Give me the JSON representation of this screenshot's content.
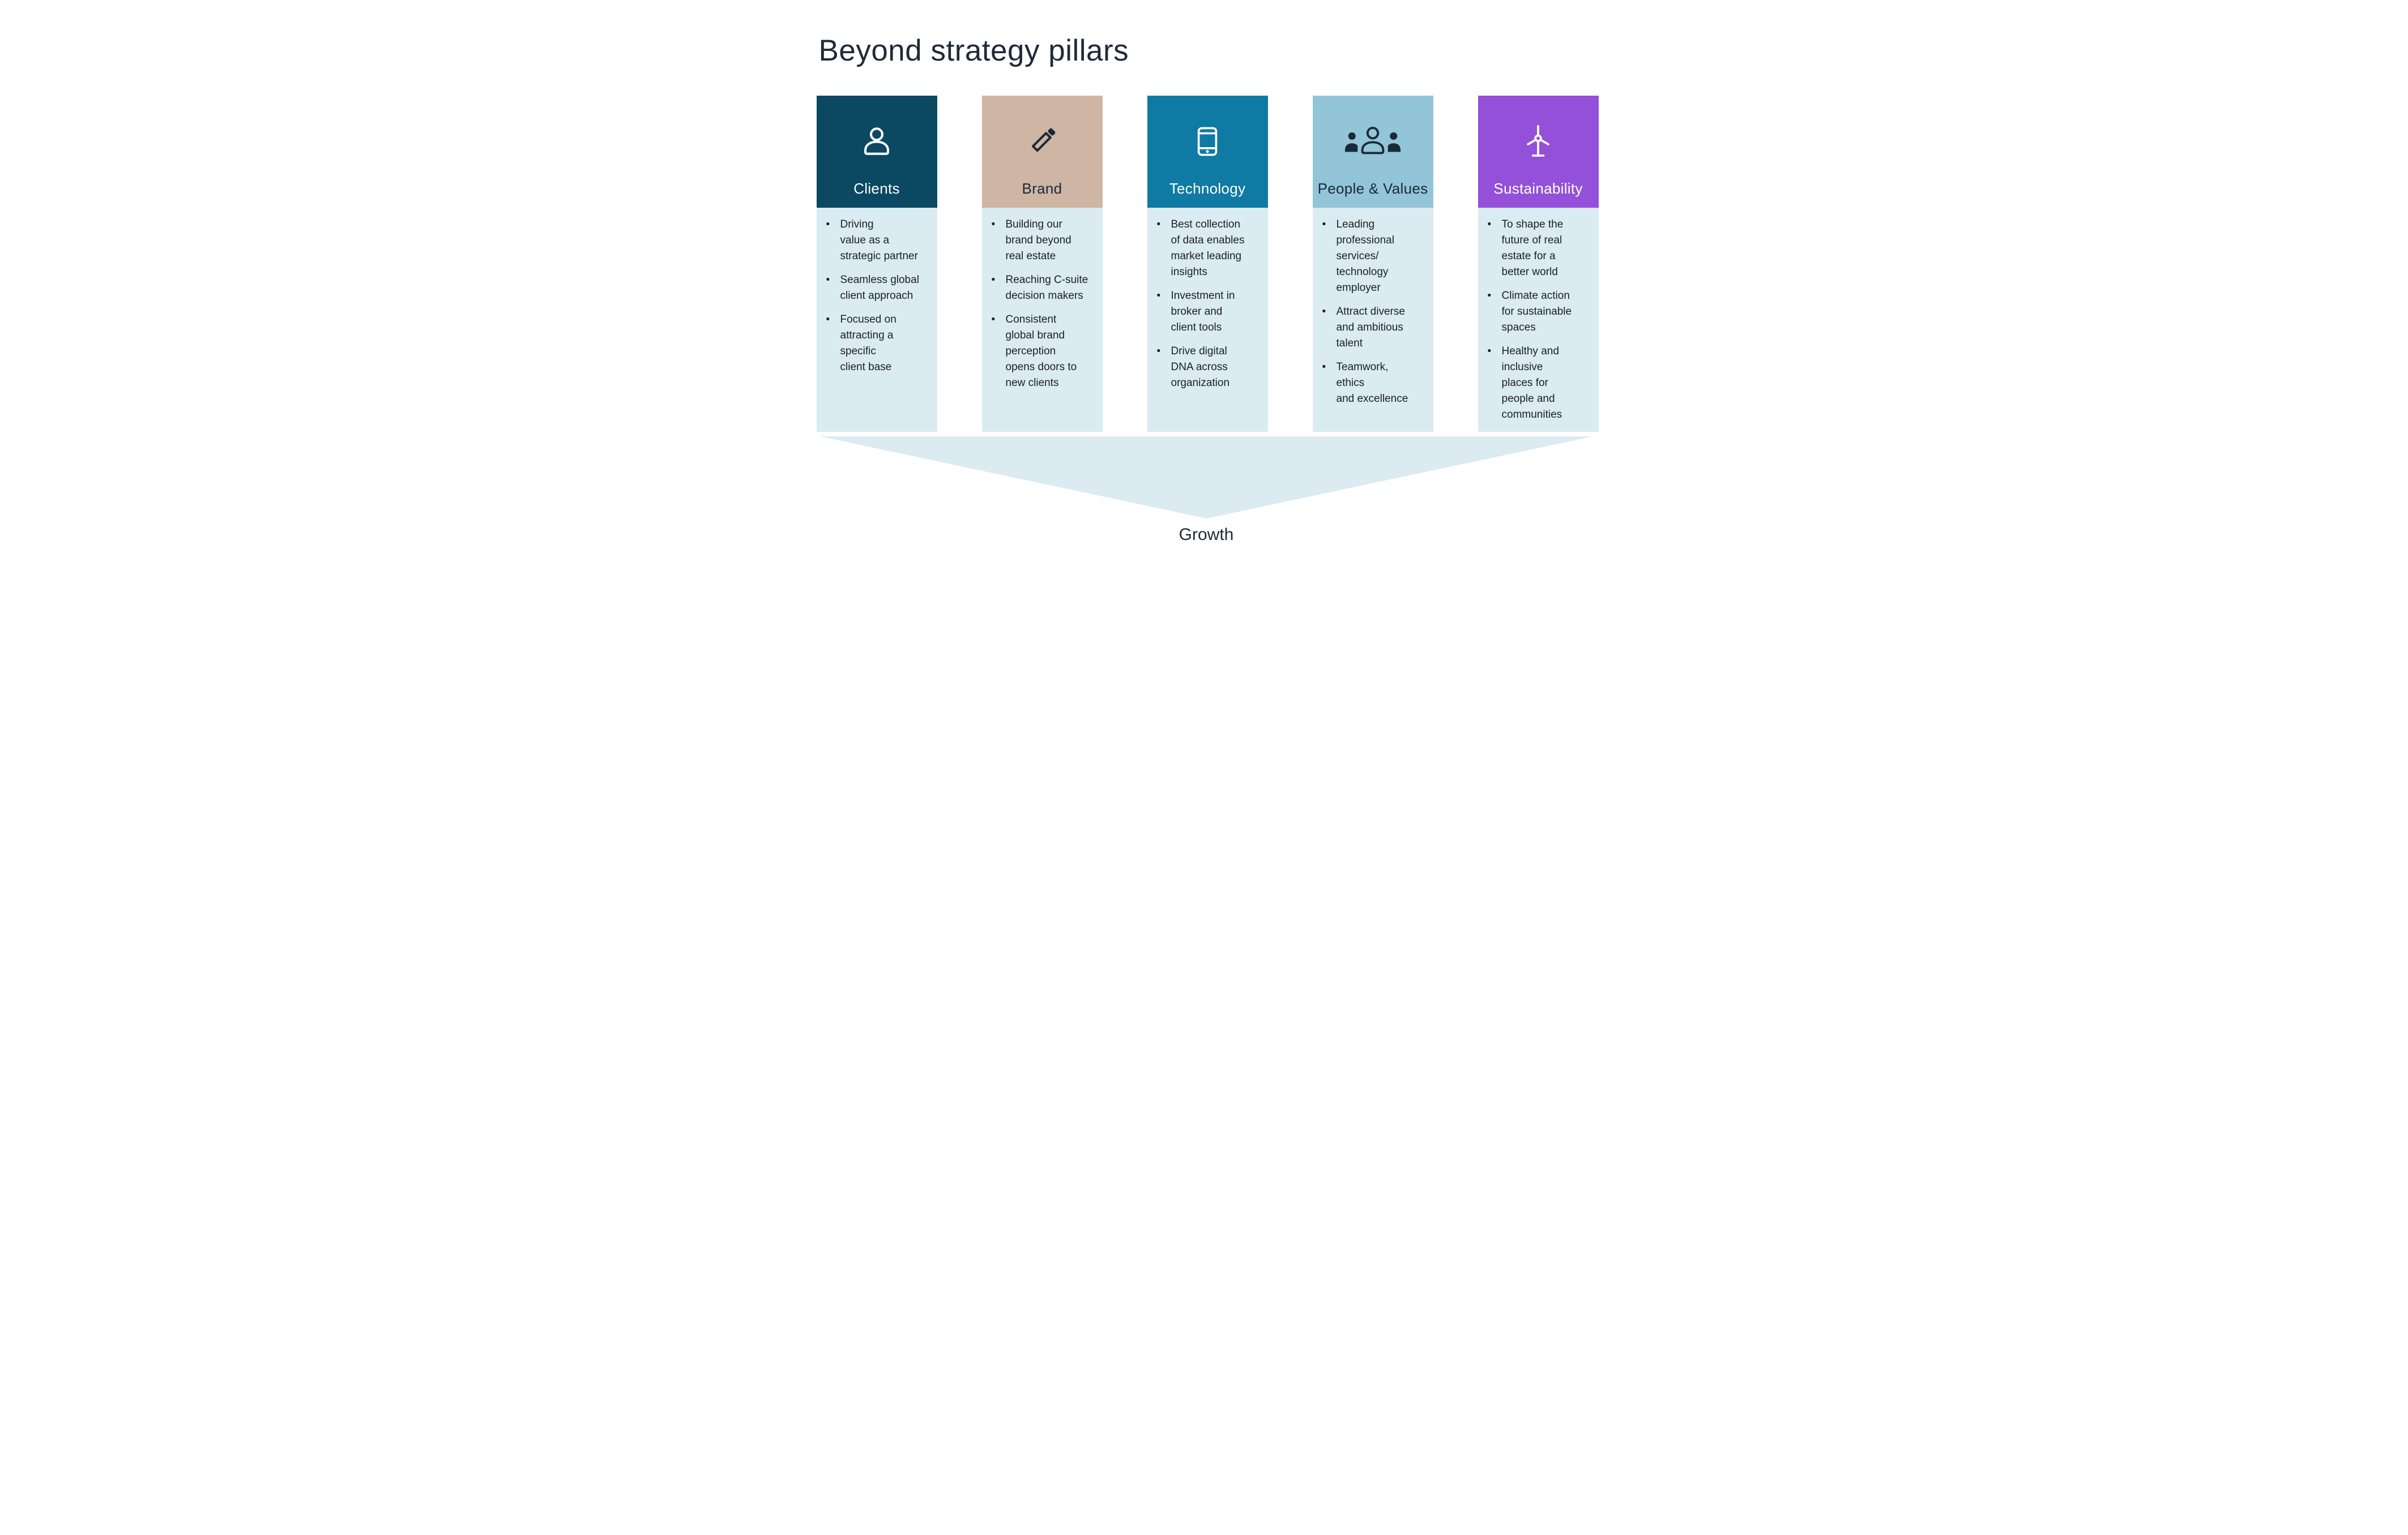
{
  "page": {
    "title": "Beyond strategy pillars",
    "background_color": "#ffffff",
    "title_color": "#1e2a38"
  },
  "body_color": "#daebf2",
  "pillars": [
    {
      "name": "Clients",
      "icon": "person-icon",
      "header_color": "#0a4961",
      "title_color": "#ffffff",
      "bullets": [
        "Driving\nvalue as a\nstrategic partner",
        "Seamless global\nclient approach",
        "Focused on\nattracting a\nspecific\nclient base"
      ]
    },
    {
      "name": "Brand",
      "icon": "pencil-icon",
      "header_color": "#cfb5a4",
      "title_color": "#1b2a39",
      "bullets": [
        "Building our\nbrand beyond\nreal estate",
        "Reaching C-suite\ndecision makers",
        "Consistent\nglobal brand\nperception\nopens doors to\nnew clients"
      ]
    },
    {
      "name": "Technology",
      "icon": "tablet-icon",
      "header_color": "#0f7aa3",
      "title_color": "#ffffff",
      "bullets": [
        "Best collection\nof data enables\nmarket leading\ninsights",
        "Investment in\nbroker and\nclient tools",
        "Drive digital\nDNA across\norganization"
      ]
    },
    {
      "name": "People & Values",
      "icon": "people-icon",
      "header_color": "#92c5d7",
      "title_color": "#1b2a39",
      "bullets": [
        "Leading\nprofessional\nservices/\ntechnology\nemployer",
        "Attract diverse\nand ambitious\ntalent",
        "Teamwork,\nethics\nand excellence"
      ]
    },
    {
      "name": "Sustainability",
      "icon": "wind-turbine-icon",
      "header_color": "#9450d8",
      "title_color": "#ffffff",
      "bullets": [
        "To shape the\nfuture of real\nestate for a\nbetter world",
        "Climate action\nfor sustainable\nspaces",
        "Healthy and\ninclusive\nplaces for\npeople and\ncommunities"
      ]
    }
  ],
  "funnel": {
    "label": "Growth",
    "arrow_color": "#dcebf2",
    "label_color": "#1e2a38"
  }
}
